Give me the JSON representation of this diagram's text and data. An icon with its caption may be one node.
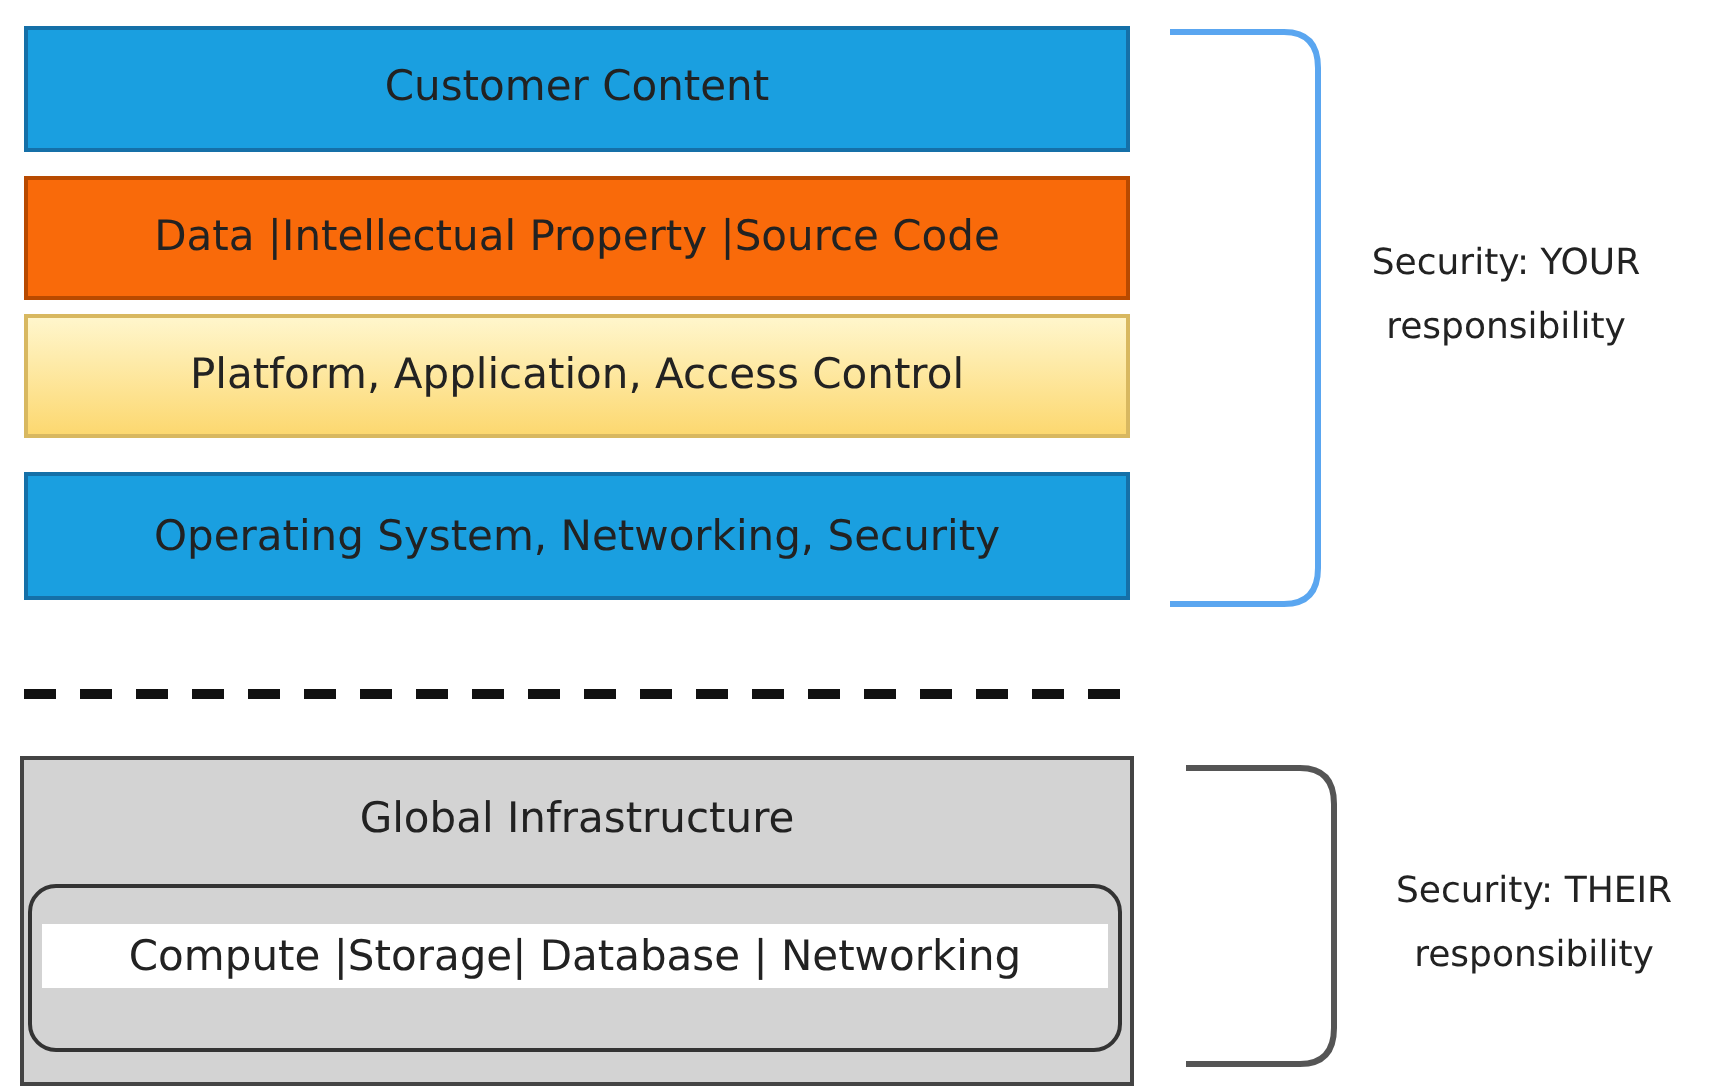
{
  "diagram": {
    "nodes": [
      {
        "text": [
          "Customer Content"
        ]
      },
      {
        "text": [
          "Data |Intellectual Property |Source Code"
        ]
      },
      {
        "text": [
          "Platform, Application, Access Control"
        ]
      },
      {
        "text": [
          "Operating System, Networking, Security"
        ]
      },
      {
        "text": [
          "Global Infrastructure"
        ]
      },
      {
        "text": [
          "Compute |Storage| Database | Networking"
        ],
        "in": 4
      }
    ],
    "edges": [],
    "labels": [
      "Security: YOUR responsibility",
      "Security: THEIR responsibility"
    ]
  }
}
